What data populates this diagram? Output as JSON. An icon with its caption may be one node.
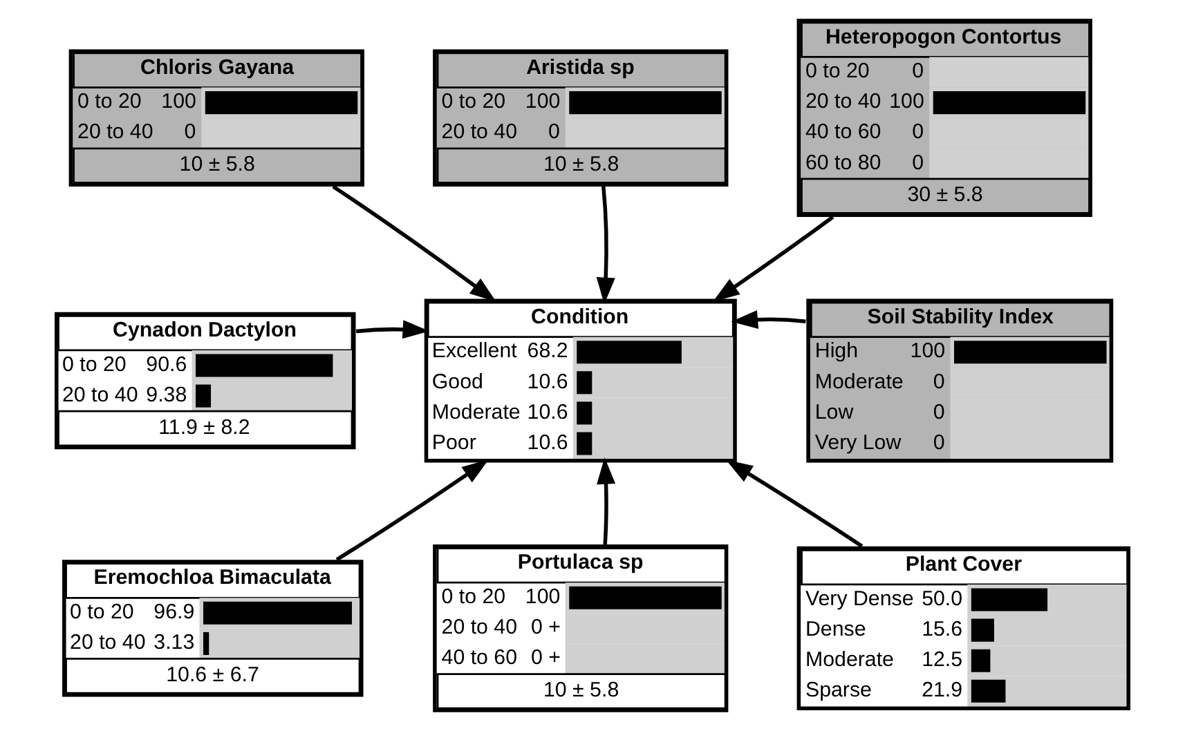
{
  "diagram": {
    "nodes": [
      {
        "text": [
          "Chloris Gayana",
          "0 to 20",
          "100",
          "20 to 40",
          "0",
          "10 ± 5.8"
        ]
      },
      {
        "text": [
          "Aristida sp",
          "0 to 20",
          "100",
          "20 to 40",
          "0",
          "10 ± 5.8"
        ]
      },
      {
        "text": [
          "Heteropogon Contortus",
          "0 to 20",
          "0",
          "20 to 40",
          "100",
          "40 to 60",
          "0",
          "60 to 80",
          "0",
          "30 ± 5.8"
        ]
      },
      {
        "text": [
          "Cynadon Dactylon",
          "0 to 20",
          "90.6",
          "20 to 40",
          "9.38",
          "11.9 ± 8.2"
        ]
      },
      {
        "text": [
          "Condition",
          "Excellent",
          "68.2",
          "Good",
          "10.6",
          "Moderate",
          "10.6",
          "Poor",
          "10.6"
        ]
      },
      {
        "text": [
          "Soil Stability Index",
          "High",
          "100",
          "Moderate",
          "0",
          "Low",
          "0",
          "Very Low",
          "0"
        ]
      },
      {
        "text": [
          "Eremochloa Bimaculata",
          "0 to 20",
          "96.9",
          "20 to 40",
          "3.13",
          "10.6 ± 6.7"
        ]
      },
      {
        "text": [
          "Portulaca sp",
          "0 to 20",
          "100",
          "20 to 40",
          "0 +",
          "40 to 60",
          "0 +",
          "10 ± 5.8"
        ]
      },
      {
        "text": [
          "Plant Cover",
          "Very Dense",
          "50.0",
          "Dense",
          "15.6",
          "Moderate",
          "12.5",
          "Sparse",
          "21.9"
        ]
      }
    ],
    "edges": [
      {
        "from": 0,
        "to": 4,
        "arrow": "to"
      },
      {
        "from": 1,
        "to": 4,
        "arrow": "to"
      },
      {
        "from": 2,
        "to": 4,
        "arrow": "to"
      },
      {
        "from": 3,
        "to": 4,
        "arrow": "to"
      },
      {
        "from": 5,
        "to": 4,
        "arrow": "to"
      },
      {
        "from": 6,
        "to": 4,
        "arrow": "to"
      },
      {
        "from": 7,
        "to": 4,
        "arrow": "to"
      },
      {
        "from": 8,
        "to": 4,
        "arrow": "to"
      }
    ]
  }
}
